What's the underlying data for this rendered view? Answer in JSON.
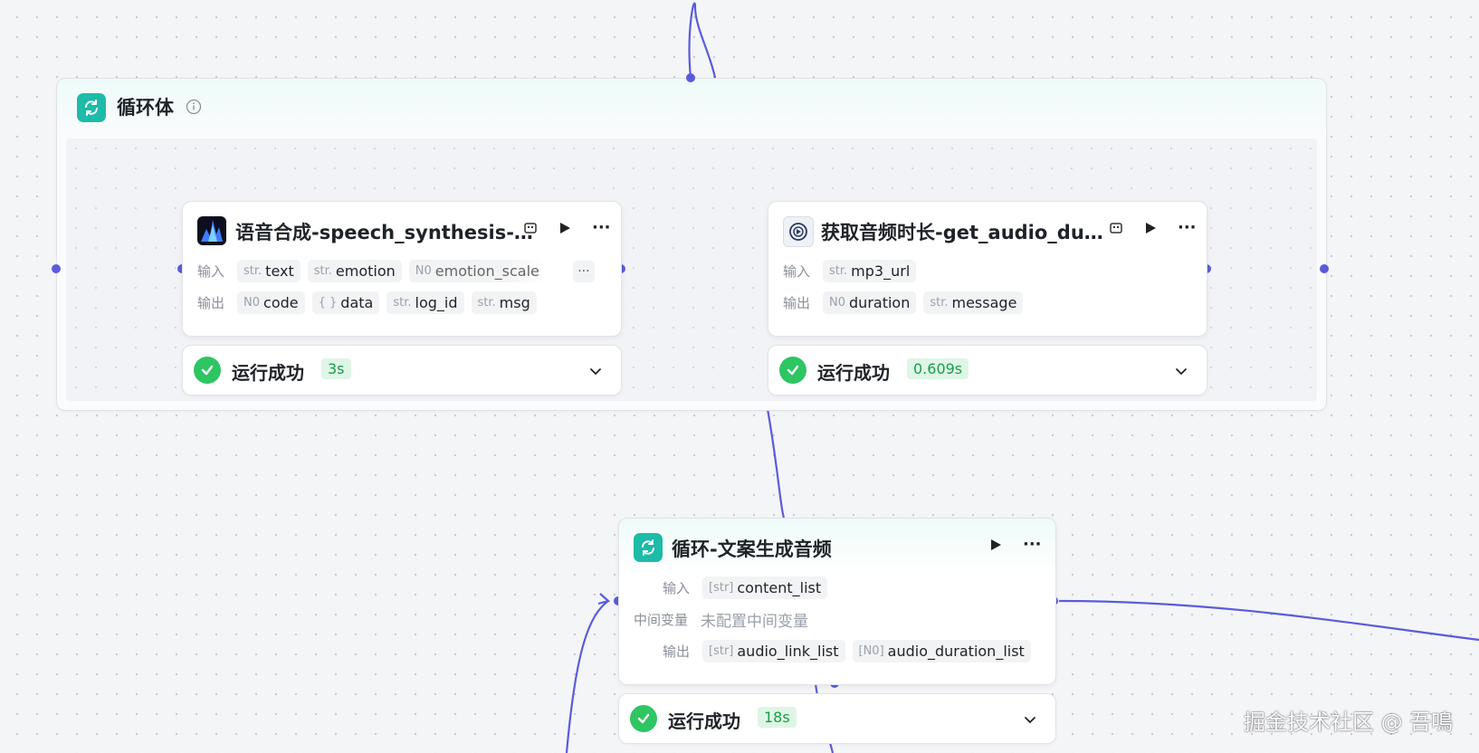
{
  "loop_container": {
    "title": "循环体",
    "info_icon": "info-icon",
    "icon": "loop-icon"
  },
  "speech_node": {
    "title": "语音合成-speech_synthesis-…",
    "icon": "speech-waveform-icon",
    "input_label": "输入",
    "output_label": "输出",
    "inputs": [
      {
        "type": "str.",
        "name": "text"
      },
      {
        "type": "str.",
        "name": "emotion"
      },
      {
        "type": "N0",
        "name": "emotion_scale"
      }
    ],
    "outputs": [
      {
        "type": "N0",
        "name": "code"
      },
      {
        "type": "{ }",
        "name": "data"
      },
      {
        "type": "str.",
        "name": "log_id"
      },
      {
        "type": "str.",
        "name": "msg"
      }
    ],
    "status": "运行成功",
    "time": "3s"
  },
  "duration_node": {
    "title": "获取音频时长-get_audio_du…",
    "icon": "audio-plugin-icon",
    "input_label": "输入",
    "output_label": "输出",
    "inputs": [
      {
        "type": "str.",
        "name": "mp3_url"
      }
    ],
    "outputs": [
      {
        "type": "N0",
        "name": "duration"
      },
      {
        "type": "str.",
        "name": "message"
      }
    ],
    "status": "运行成功",
    "time": "0.609s"
  },
  "loop_node": {
    "title": "循环-文案生成音频",
    "icon": "loop-icon",
    "input_label": "输入",
    "middle_label": "中间变量",
    "output_label": "输出",
    "inputs": [
      {
        "type": "[str]",
        "name": "content_list"
      }
    ],
    "middle_value": "未配置中间变量",
    "outputs": [
      {
        "type": "[str]",
        "name": "audio_link_list"
      },
      {
        "type": "[N0]",
        "name": "audio_duration_list"
      }
    ],
    "status": "运行成功",
    "time": "18s"
  },
  "more_glyph": "···",
  "watermark": "掘金技术社区 @ 吾鳴",
  "colors": {
    "edge": "#5a5bdc",
    "accent": "#1dbba8",
    "success": "#2ec563"
  }
}
